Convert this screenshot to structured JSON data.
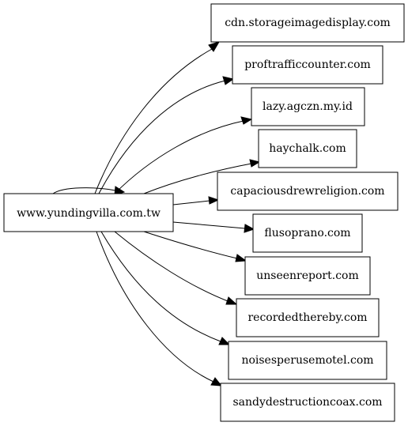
{
  "diagram": {
    "source": {
      "id": "src",
      "label": "www.yundingvilla.com.tw"
    },
    "targets": [
      {
        "id": "t1",
        "label": "cdn.storageimagedisplay.com"
      },
      {
        "id": "t2",
        "label": "proftrafficcounter.com"
      },
      {
        "id": "t3",
        "label": "lazy.agczn.my.id"
      },
      {
        "id": "t4",
        "label": "haychalk.com"
      },
      {
        "id": "t5",
        "label": "capaciousdrewreligion.com"
      },
      {
        "id": "t6",
        "label": "flusoprano.com"
      },
      {
        "id": "t7",
        "label": "unseenreport.com"
      },
      {
        "id": "t8",
        "label": "recordedthereby.com"
      },
      {
        "id": "t9",
        "label": "noisesperusemotel.com"
      },
      {
        "id": "t10",
        "label": "sandydestructioncoax.com"
      }
    ],
    "edges": [
      {
        "from": "src",
        "to": "src"
      },
      {
        "from": "src",
        "to": "t1"
      },
      {
        "from": "src",
        "to": "t2"
      },
      {
        "from": "src",
        "to": "t3"
      },
      {
        "from": "src",
        "to": "t4"
      },
      {
        "from": "src",
        "to": "t5"
      },
      {
        "from": "src",
        "to": "t6"
      },
      {
        "from": "src",
        "to": "t7"
      },
      {
        "from": "src",
        "to": "t8"
      },
      {
        "from": "src",
        "to": "t9"
      },
      {
        "from": "src",
        "to": "t10"
      }
    ],
    "colors": {
      "line": "#000000",
      "node_fill": "#ffffff",
      "background": "#ffffff"
    }
  }
}
